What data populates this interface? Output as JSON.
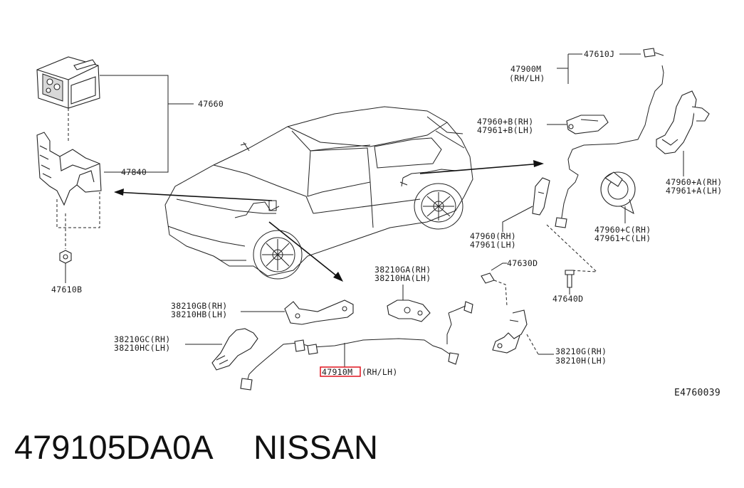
{
  "labels": {
    "p47660": "47660",
    "p47840": "47840",
    "p47610B": "47610B",
    "p47610J": "47610J",
    "p47900M_a": "47900M",
    "p47900M_b": "(RH/LH)",
    "p47960B": "47960+B(RH)",
    "p47961B": "47961+B(LH)",
    "p47960A": "47960+A(RH)",
    "p47961A": "47961+A(LH)",
    "p47960C": "47960+C(RH)",
    "p47961C": "47961+C(LH)",
    "p47960": "47960(RH)",
    "p47961": "47961(LH)",
    "p47630D": "47630D",
    "p47640D": "47640D",
    "p38210GA": "38210GA(RH)",
    "p38210HA": "38210HA(LH)",
    "p38210GB": "38210GB(RH)",
    "p38210HB": "38210HB(LH)",
    "p38210GC": "38210GC(RH)",
    "p38210HC": "38210HC(LH)",
    "p38210G": "38210G(RH)",
    "p38210H": "38210H(LH)",
    "p47910M": "47910M",
    "p47910M_side": "(RH/LH)",
    "diagram_code": "E4760039"
  },
  "caption": {
    "part_number": "479105DA0A",
    "brand": "NISSAN"
  },
  "colors": {
    "line": "#222222",
    "highlight": "#e0141e",
    "background": "#ffffff"
  }
}
